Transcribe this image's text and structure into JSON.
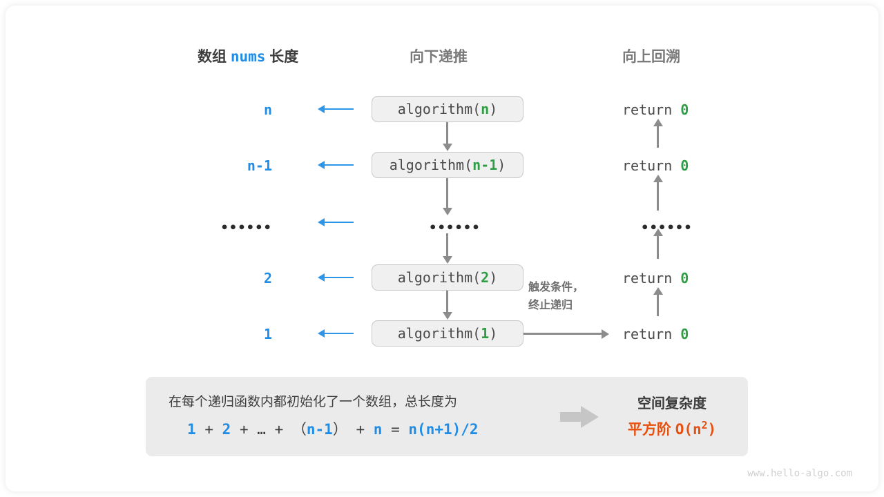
{
  "headers": {
    "left_prefix": "数组",
    "left_mono": "nums",
    "left_suffix": "长度",
    "middle": "向下递推",
    "right": "向上回溯"
  },
  "rows": [
    {
      "length_label": "n",
      "call_prefix": "algorithm(",
      "call_arg": "n",
      "call_suffix": ")",
      "return_text": "return ",
      "return_value": "0"
    },
    {
      "length_label": "n-1",
      "call_prefix": "algorithm(",
      "call_arg": "n-1",
      "call_suffix": ")",
      "return_text": "return ",
      "return_value": "0"
    },
    {
      "length_label": "••••••",
      "call_prefix": "••••••",
      "call_arg": "",
      "call_suffix": "",
      "return_text": "••••••",
      "return_value": ""
    },
    {
      "length_label": "2",
      "call_prefix": "algorithm(",
      "call_arg": "2",
      "call_suffix": ")",
      "return_text": "return ",
      "return_value": "0"
    },
    {
      "length_label": "1",
      "call_prefix": "algorithm(",
      "call_arg": "1",
      "call_suffix": ")",
      "return_text": "return ",
      "return_value": "0"
    }
  ],
  "trigger_note": {
    "line1": "触发条件，",
    "line2": "终止递归"
  },
  "summary": {
    "description": "在每个递归函数内都初始化了一个数组，总长度为",
    "formula": {
      "t1": "1",
      "op1": "+",
      "t2": "2",
      "op2": "+",
      "t3": "…",
      "op3": "+",
      "lparen": "（",
      "t4": "n-1",
      "rparen": "）",
      "op4": "+",
      "t5": "n",
      "eq": "=",
      "result": "n(n+1)/2"
    },
    "right_title": "空间复杂度",
    "right_label": "平方阶",
    "right_notation_prefix": "O(n",
    "right_notation_exp": "2",
    "right_notation_suffix": ")"
  },
  "watermark": "www.hello-algo.com",
  "colors": {
    "blue": "#1f8ce6",
    "blue_arrow": "#2f95e8",
    "green": "#2f9e44",
    "orange": "#e8500f",
    "gray_arrow": "#8c8c8c",
    "box_fill": "#f0f0f0",
    "panel_fill": "#ebebeb"
  }
}
